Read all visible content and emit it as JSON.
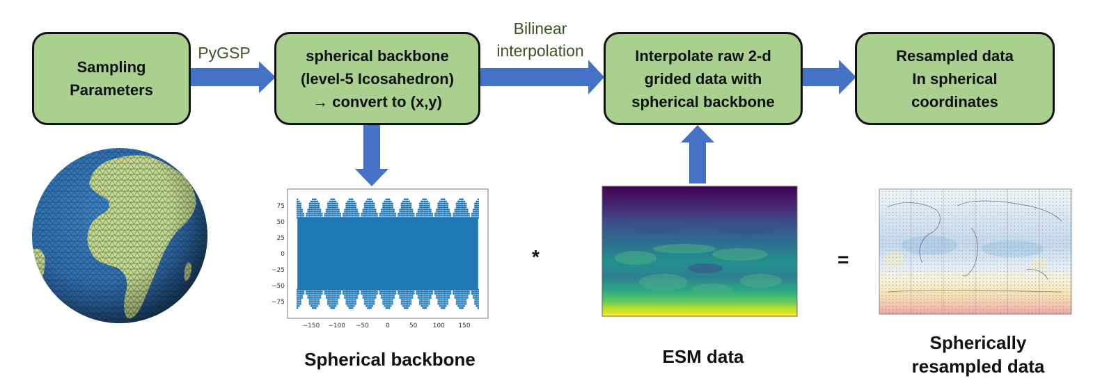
{
  "boxes": {
    "sampling": [
      "Sampling",
      "Parameters"
    ],
    "backbone": [
      "spherical backbone",
      "(level-5 Icosahedron)",
      "→ convert to (x,y)"
    ],
    "interpolate": [
      "Interpolate raw 2-d",
      "grided data with",
      "spherical backbone"
    ],
    "resampled": [
      "Resampled data",
      "In spherical",
      "coordinates"
    ]
  },
  "edges": {
    "pygsp": "PyGSP",
    "bilinear": [
      "Bilinear",
      "interpolation"
    ]
  },
  "captions": {
    "backbone": "Spherical backbone",
    "esm": "ESM data",
    "resampled": [
      "Spherically",
      "resampled data"
    ]
  },
  "operators": {
    "multiply": "*",
    "equals": "="
  },
  "scatter_axes": {
    "yticks": [
      "75",
      "50",
      "25",
      "0",
      "−25",
      "−50",
      "−75"
    ],
    "xticks": [
      "−150",
      "−100",
      "−50",
      "0",
      "50",
      "100",
      "150"
    ]
  },
  "colors": {
    "box_fill": "#a9d08e",
    "arrow": "#4472c4",
    "edge_label": "#375623",
    "scatter": "#1f77b4"
  }
}
